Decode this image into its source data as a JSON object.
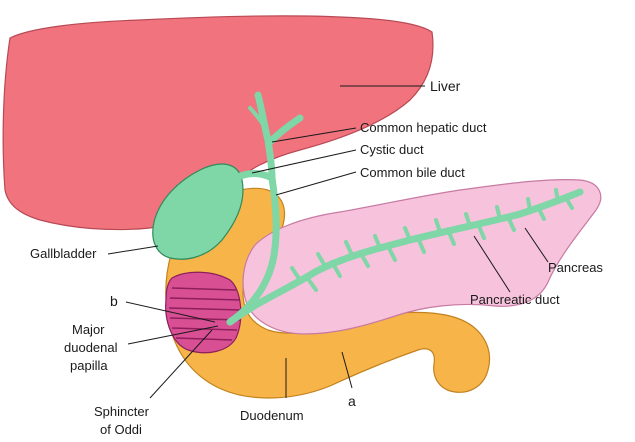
{
  "labels": {
    "liver": "Liver",
    "common_hepatic_duct": "Common hepatic duct",
    "cystic_duct": "Cystic duct",
    "common_bile_duct": "Common bile duct",
    "gallbladder": "Gallbladder",
    "pancreas": "Pancreas",
    "pancreatic_duct": "Pancreatic duct",
    "b": "b",
    "major_papilla_1": "Major",
    "major_papilla_2": "duodenal",
    "major_papilla_3": "papilla",
    "sphincter_1": "Sphincter",
    "sphincter_2": "of Oddi",
    "duodenum": "Duodenum",
    "a": "a"
  },
  "colors": {
    "liver": "#f0737d",
    "liver_stroke": "#b84a55",
    "duct": "#7fd6a6",
    "duct_stroke": "#2f8a5c",
    "pancreas": "#f7c2dc",
    "pancreas_stroke": "#c77aa2",
    "duodenum": "#f7b448",
    "duodenum_stroke": "#c2821f",
    "sphincter": "#d94f94",
    "sphincter_stroke": "#8c1f5c"
  }
}
